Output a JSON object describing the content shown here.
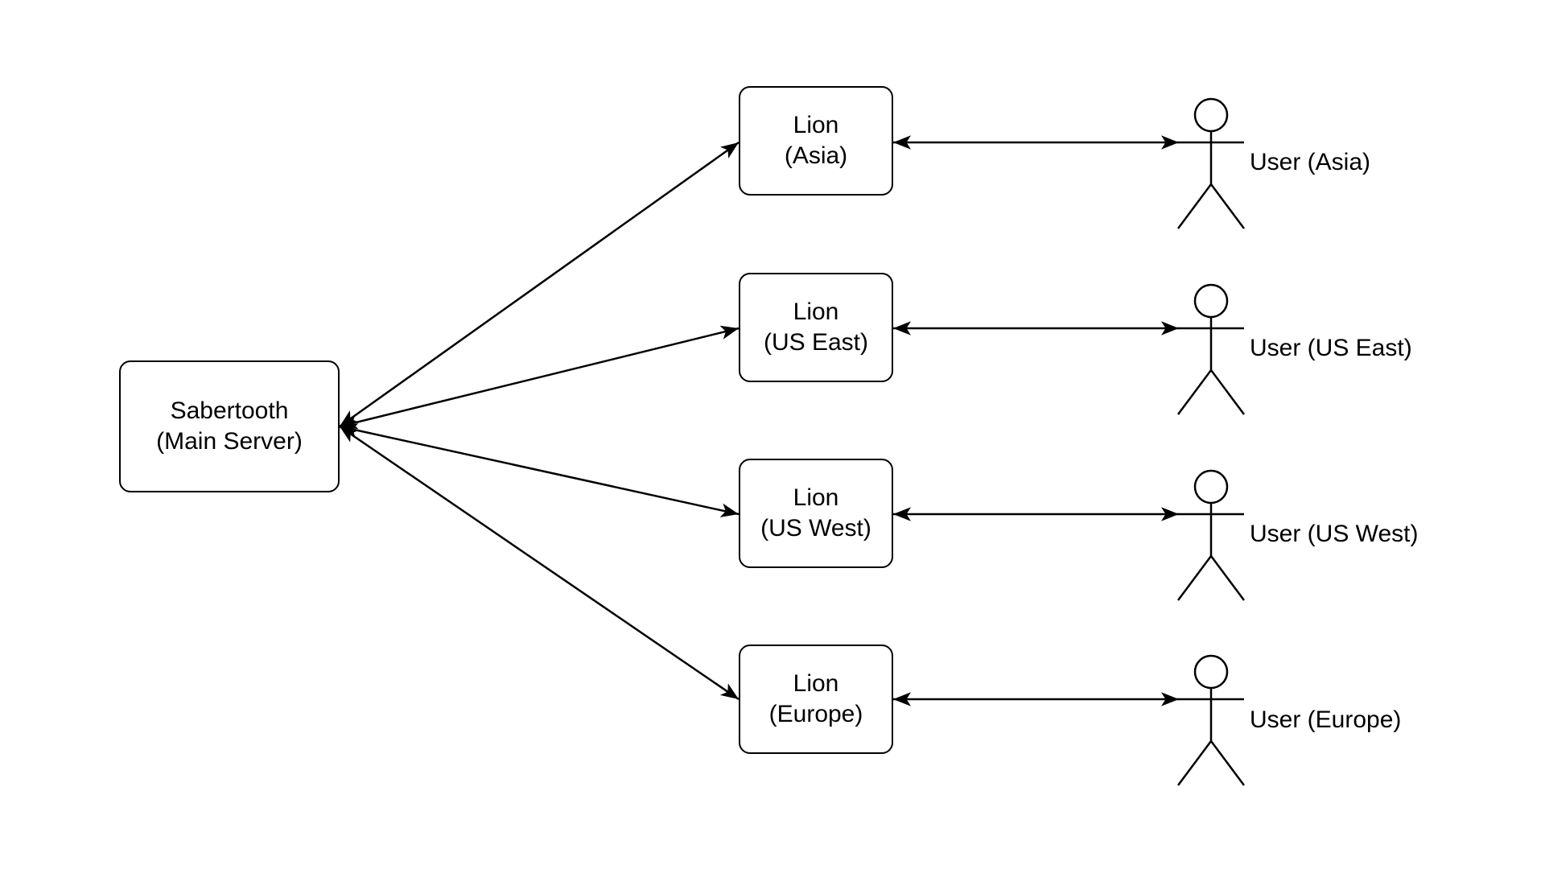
{
  "diagram": {
    "server": {
      "title": "Sabertooth",
      "subtitle": "(Main Server)"
    },
    "lions": [
      {
        "title": "Lion",
        "region": "(Asia)"
      },
      {
        "title": "Lion",
        "region": "(US East)"
      },
      {
        "title": "Lion",
        "region": "(US West)"
      },
      {
        "title": "Lion",
        "region": "(Europe)"
      }
    ],
    "users": [
      {
        "label": "User (Asia)",
        "icon": "stick-figure-icon"
      },
      {
        "label": "User (US East)",
        "icon": "stick-figure-icon"
      },
      {
        "label": "User (US West)",
        "icon": "stick-figure-icon"
      },
      {
        "label": "User (Europe)",
        "icon": "stick-figure-icon"
      }
    ],
    "edges": [
      {
        "from": "Sabertooth",
        "to": "Lion (Asia)",
        "direction": "both"
      },
      {
        "from": "Sabertooth",
        "to": "Lion (US East)",
        "direction": "both"
      },
      {
        "from": "Sabertooth",
        "to": "Lion (US West)",
        "direction": "both"
      },
      {
        "from": "Sabertooth",
        "to": "Lion (Europe)",
        "direction": "both"
      },
      {
        "from": "Lion (Asia)",
        "to": "User (Asia)",
        "direction": "both"
      },
      {
        "from": "Lion (US East)",
        "to": "User (US East)",
        "direction": "both"
      },
      {
        "from": "Lion (US West)",
        "to": "User (US West)",
        "direction": "both"
      },
      {
        "from": "Lion (Europe)",
        "to": "User (Europe)",
        "direction": "both"
      }
    ],
    "colors": {
      "stroke": "#000000",
      "background": "#ffffff"
    }
  }
}
